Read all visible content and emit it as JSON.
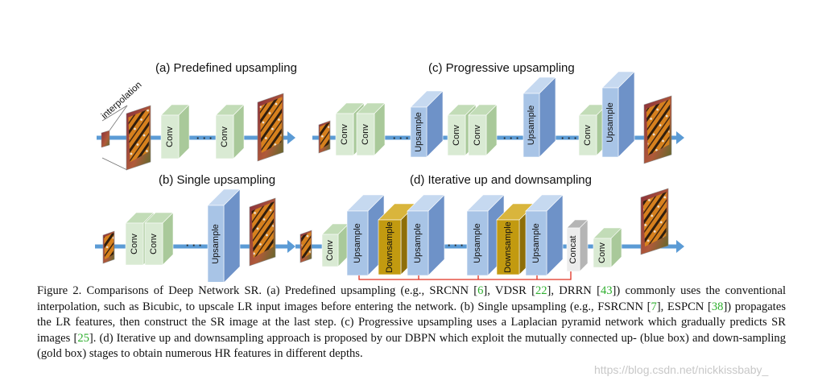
{
  "titles": {
    "a": "(a) Predefined upsampling",
    "b": "(b) Single upsampling",
    "c": "(c) Progressive upsampling",
    "d": "(d) Iterative up and downsampling"
  },
  "labels": {
    "interpolation": "interpolation",
    "conv": "Conv",
    "upsample": "Upsample",
    "downsample": "Downsample",
    "concat": "Concat",
    "dots": "· · ·"
  },
  "colors": {
    "arrow": "#5b9bd5",
    "conv_front": "#d9ead3",
    "conv_side": "#a9c99a",
    "conv_top": "#c2dcb7",
    "up_front": "#a8c4e6",
    "up_side": "#6e92c8",
    "up_top": "#c6d9f0",
    "down_front": "#c29a10",
    "down_side": "#8e6e08",
    "down_top": "#d9b53c",
    "concat_front": "#ececec",
    "concat_side": "#b5b5b5",
    "skip_line": "#e03020",
    "ref_green": "#2eaf2e"
  },
  "caption": {
    "parts": [
      "Figure 2. Comparisons of Deep Network SR. (a) Predefined upsampling (e.g., SRCNN [",
      "6",
      "], VDSR [",
      "22",
      "], DRRN [",
      "43",
      "]) commonly uses the conventional interpolation, such as Bicubic, to upscale LR input images before entering the network. (b) Single upsampling (e.g., FSRCNN [",
      "7",
      "], ESPCN [",
      "38",
      "]) propagates the LR features, then construct the SR image at the last step. (c) Progressive upsampling uses a Laplacian pyramid network which gradually predicts SR images [",
      "25",
      "]. (d) Iterative up and downsampling approach is proposed by our DBPN which exploit the mutually connected up- (blue box) and down-sampling (gold box) stages to obtain numerous HR features in different depths."
    ]
  },
  "watermark": "https://blog.csdn.net/nickkissbaby_"
}
